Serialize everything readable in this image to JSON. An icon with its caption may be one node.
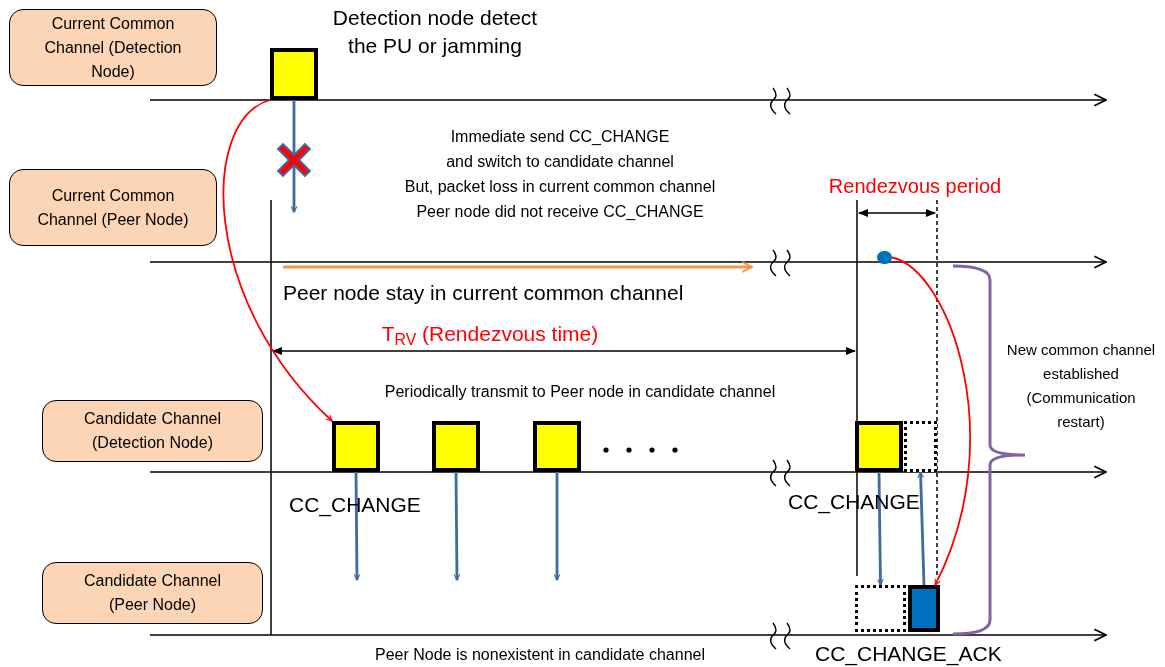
{
  "diagram": {
    "nodes": [
      {
        "text": [
          "Current Common Channel (Detection Node)"
        ]
      },
      {
        "text": [
          "Current Common Channel (Peer Node)"
        ]
      },
      {
        "text": [
          "Candidate Channel (Detection Node)"
        ]
      },
      {
        "text": [
          "Candidate Channel (Peer Node)"
        ]
      },
      {
        "text": [],
        "shape": "box"
      },
      {
        "text": [],
        "shape": "box"
      },
      {
        "text": [],
        "shape": "box"
      },
      {
        "text": [],
        "shape": "box"
      },
      {
        "text": [],
        "shape": "box"
      },
      {
        "text": [],
        "shape": "box"
      },
      {
        "text": [],
        "shape": "box"
      },
      {
        "text": [],
        "shape": "box"
      },
      {
        "text": [],
        "shape": "circle"
      }
    ],
    "edges": [
      {
        "from": 4,
        "to": null,
        "arrow": "to"
      },
      {
        "from": 4,
        "to": 5,
        "arrow": "to",
        "color": "#ff0000"
      },
      {
        "from": 5,
        "to": null,
        "arrow": "to"
      },
      {
        "from": 6,
        "to": null,
        "arrow": "to"
      },
      {
        "from": 7,
        "to": null,
        "arrow": "to"
      },
      {
        "from": 8,
        "to": 10,
        "arrow": "to"
      },
      {
        "from": 11,
        "to": 9,
        "arrow": "to"
      },
      {
        "from": 12,
        "to": 11,
        "arrow": "to",
        "color": "#ff0000"
      }
    ],
    "labels": [
      "Detection node detect the PU or jamming",
      "Immediate send CC_CHANGE",
      "and switch to candidate channel",
      "But, packet loss in current common channel",
      "Peer node did not receive CC_CHANGE",
      "Rendezvous period",
      "Peer node stay in current common channel",
      "T$_{RV}$ (Rendezvous time)",
      "New common channel established (Communication restart)",
      "Periodically transmit to Peer node in candidate channel",
      "CC_CHANGE",
      "CC_CHANGE",
      "Peer Node is nonexistent in candidate channel",
      "CC_CHANGE_ACK"
    ]
  }
}
